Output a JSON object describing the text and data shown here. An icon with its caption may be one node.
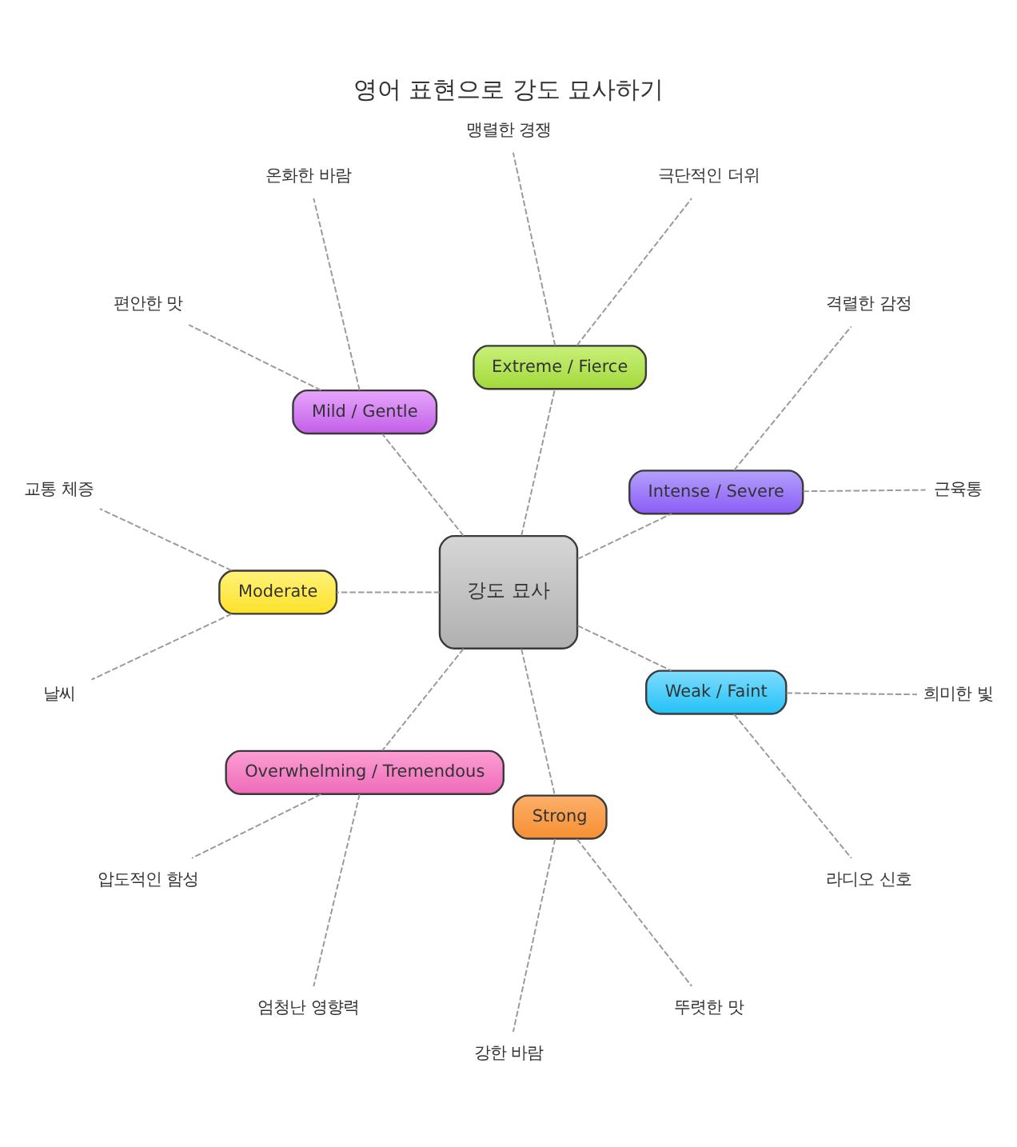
{
  "diagram": {
    "title": "영어 표현으로 강도 묘사하기",
    "nodes": [
      {
        "text": [
          "강도 묘사"
        ]
      },
      {
        "text": [
          "Intense / Severe"
        ]
      },
      {
        "text": [
          "근육통"
        ]
      },
      {
        "text": [
          "격렬한 감정"
        ]
      },
      {
        "text": [
          "Extreme / Fierce"
        ]
      },
      {
        "text": [
          "극단적인 더위"
        ]
      },
      {
        "text": [
          "맹렬한 경쟁"
        ]
      },
      {
        "text": [
          "Mild / Gentle"
        ]
      },
      {
        "text": [
          "온화한 바람"
        ]
      },
      {
        "text": [
          "편안한 맛"
        ]
      },
      {
        "text": [
          "Moderate"
        ]
      },
      {
        "text": [
          "교통 체증"
        ]
      },
      {
        "text": [
          "날씨"
        ]
      },
      {
        "text": [
          "Overwhelming / Tremendous"
        ]
      },
      {
        "text": [
          "압도적인 함성"
        ]
      },
      {
        "text": [
          "엄청난 영향력"
        ]
      },
      {
        "text": [
          "Strong"
        ]
      },
      {
        "text": [
          "강한 바람"
        ]
      },
      {
        "text": [
          "뚜렷한 맛"
        ]
      },
      {
        "text": [
          "Weak / Faint"
        ]
      },
      {
        "text": [
          "라디오 신호"
        ]
      },
      {
        "text": [
          "희미한 빛"
        ]
      }
    ],
    "edges": [
      {
        "from": 0,
        "to": 1,
        "arrow": "none",
        "style": "dashed"
      },
      {
        "from": 1,
        "to": 2,
        "arrow": "none",
        "style": "dashed"
      },
      {
        "from": 1,
        "to": 3,
        "arrow": "none",
        "style": "dashed"
      },
      {
        "from": 0,
        "to": 4,
        "arrow": "none",
        "style": "dashed"
      },
      {
        "from": 4,
        "to": 5,
        "arrow": "none",
        "style": "dashed"
      },
      {
        "from": 4,
        "to": 6,
        "arrow": "none",
        "style": "dashed"
      },
      {
        "from": 0,
        "to": 7,
        "arrow": "none",
        "style": "dashed"
      },
      {
        "from": 7,
        "to": 8,
        "arrow": "none",
        "style": "dashed"
      },
      {
        "from": 7,
        "to": 9,
        "arrow": "none",
        "style": "dashed"
      },
      {
        "from": 0,
        "to": 10,
        "arrow": "none",
        "style": "dashed"
      },
      {
        "from": 10,
        "to": 11,
        "arrow": "none",
        "style": "dashed"
      },
      {
        "from": 10,
        "to": 12,
        "arrow": "none",
        "style": "dashed"
      },
      {
        "from": 0,
        "to": 13,
        "arrow": "none",
        "style": "dashed"
      },
      {
        "from": 13,
        "to": 14,
        "arrow": "none",
        "style": "dashed"
      },
      {
        "from": 13,
        "to": 15,
        "arrow": "none",
        "style": "dashed"
      },
      {
        "from": 0,
        "to": 16,
        "arrow": "none",
        "style": "dashed"
      },
      {
        "from": 16,
        "to": 17,
        "arrow": "none",
        "style": "dashed"
      },
      {
        "from": 16,
        "to": 18,
        "arrow": "none",
        "style": "dashed"
      },
      {
        "from": 0,
        "to": 19,
        "arrow": "none",
        "style": "dashed"
      },
      {
        "from": 19,
        "to": 20,
        "arrow": "none",
        "style": "dashed"
      },
      {
        "from": 19,
        "to": 21,
        "arrow": "none",
        "style": "dashed"
      }
    ]
  }
}
